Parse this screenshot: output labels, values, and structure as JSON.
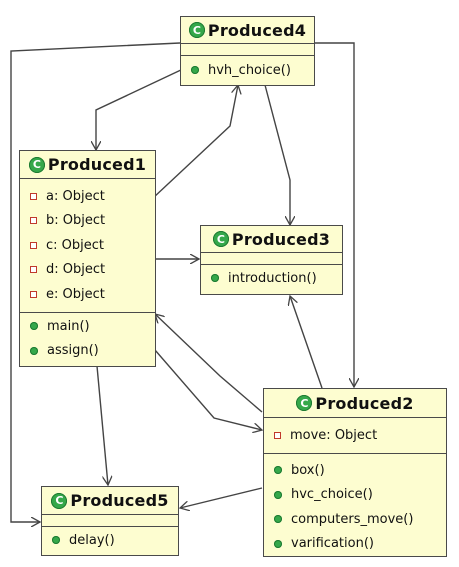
{
  "colors": {
    "box_fill": "#fdfdd0",
    "border": "#4a4a4a",
    "class_icon": "#35a84a",
    "field_icon": "#c0392b",
    "method_icon": "#35a84a"
  },
  "classes": {
    "produced4": {
      "name": "Produced4",
      "methods": [
        "hvh_choice()"
      ]
    },
    "produced1": {
      "name": "Produced1",
      "fields": [
        "a: Object",
        "b: Object",
        "c: Object",
        "d: Object",
        "e: Object"
      ],
      "methods": [
        "main()",
        "assign()"
      ]
    },
    "produced3": {
      "name": "Produced3",
      "methods": [
        "introduction()"
      ]
    },
    "produced2": {
      "name": "Produced2",
      "fields": [
        "move: Object"
      ],
      "methods": [
        "box()",
        "hvc_choice()",
        "computers_move()",
        "varification()"
      ]
    },
    "produced5": {
      "name": "Produced5",
      "methods": [
        "delay()"
      ]
    }
  },
  "class_icon_letter": "C"
}
